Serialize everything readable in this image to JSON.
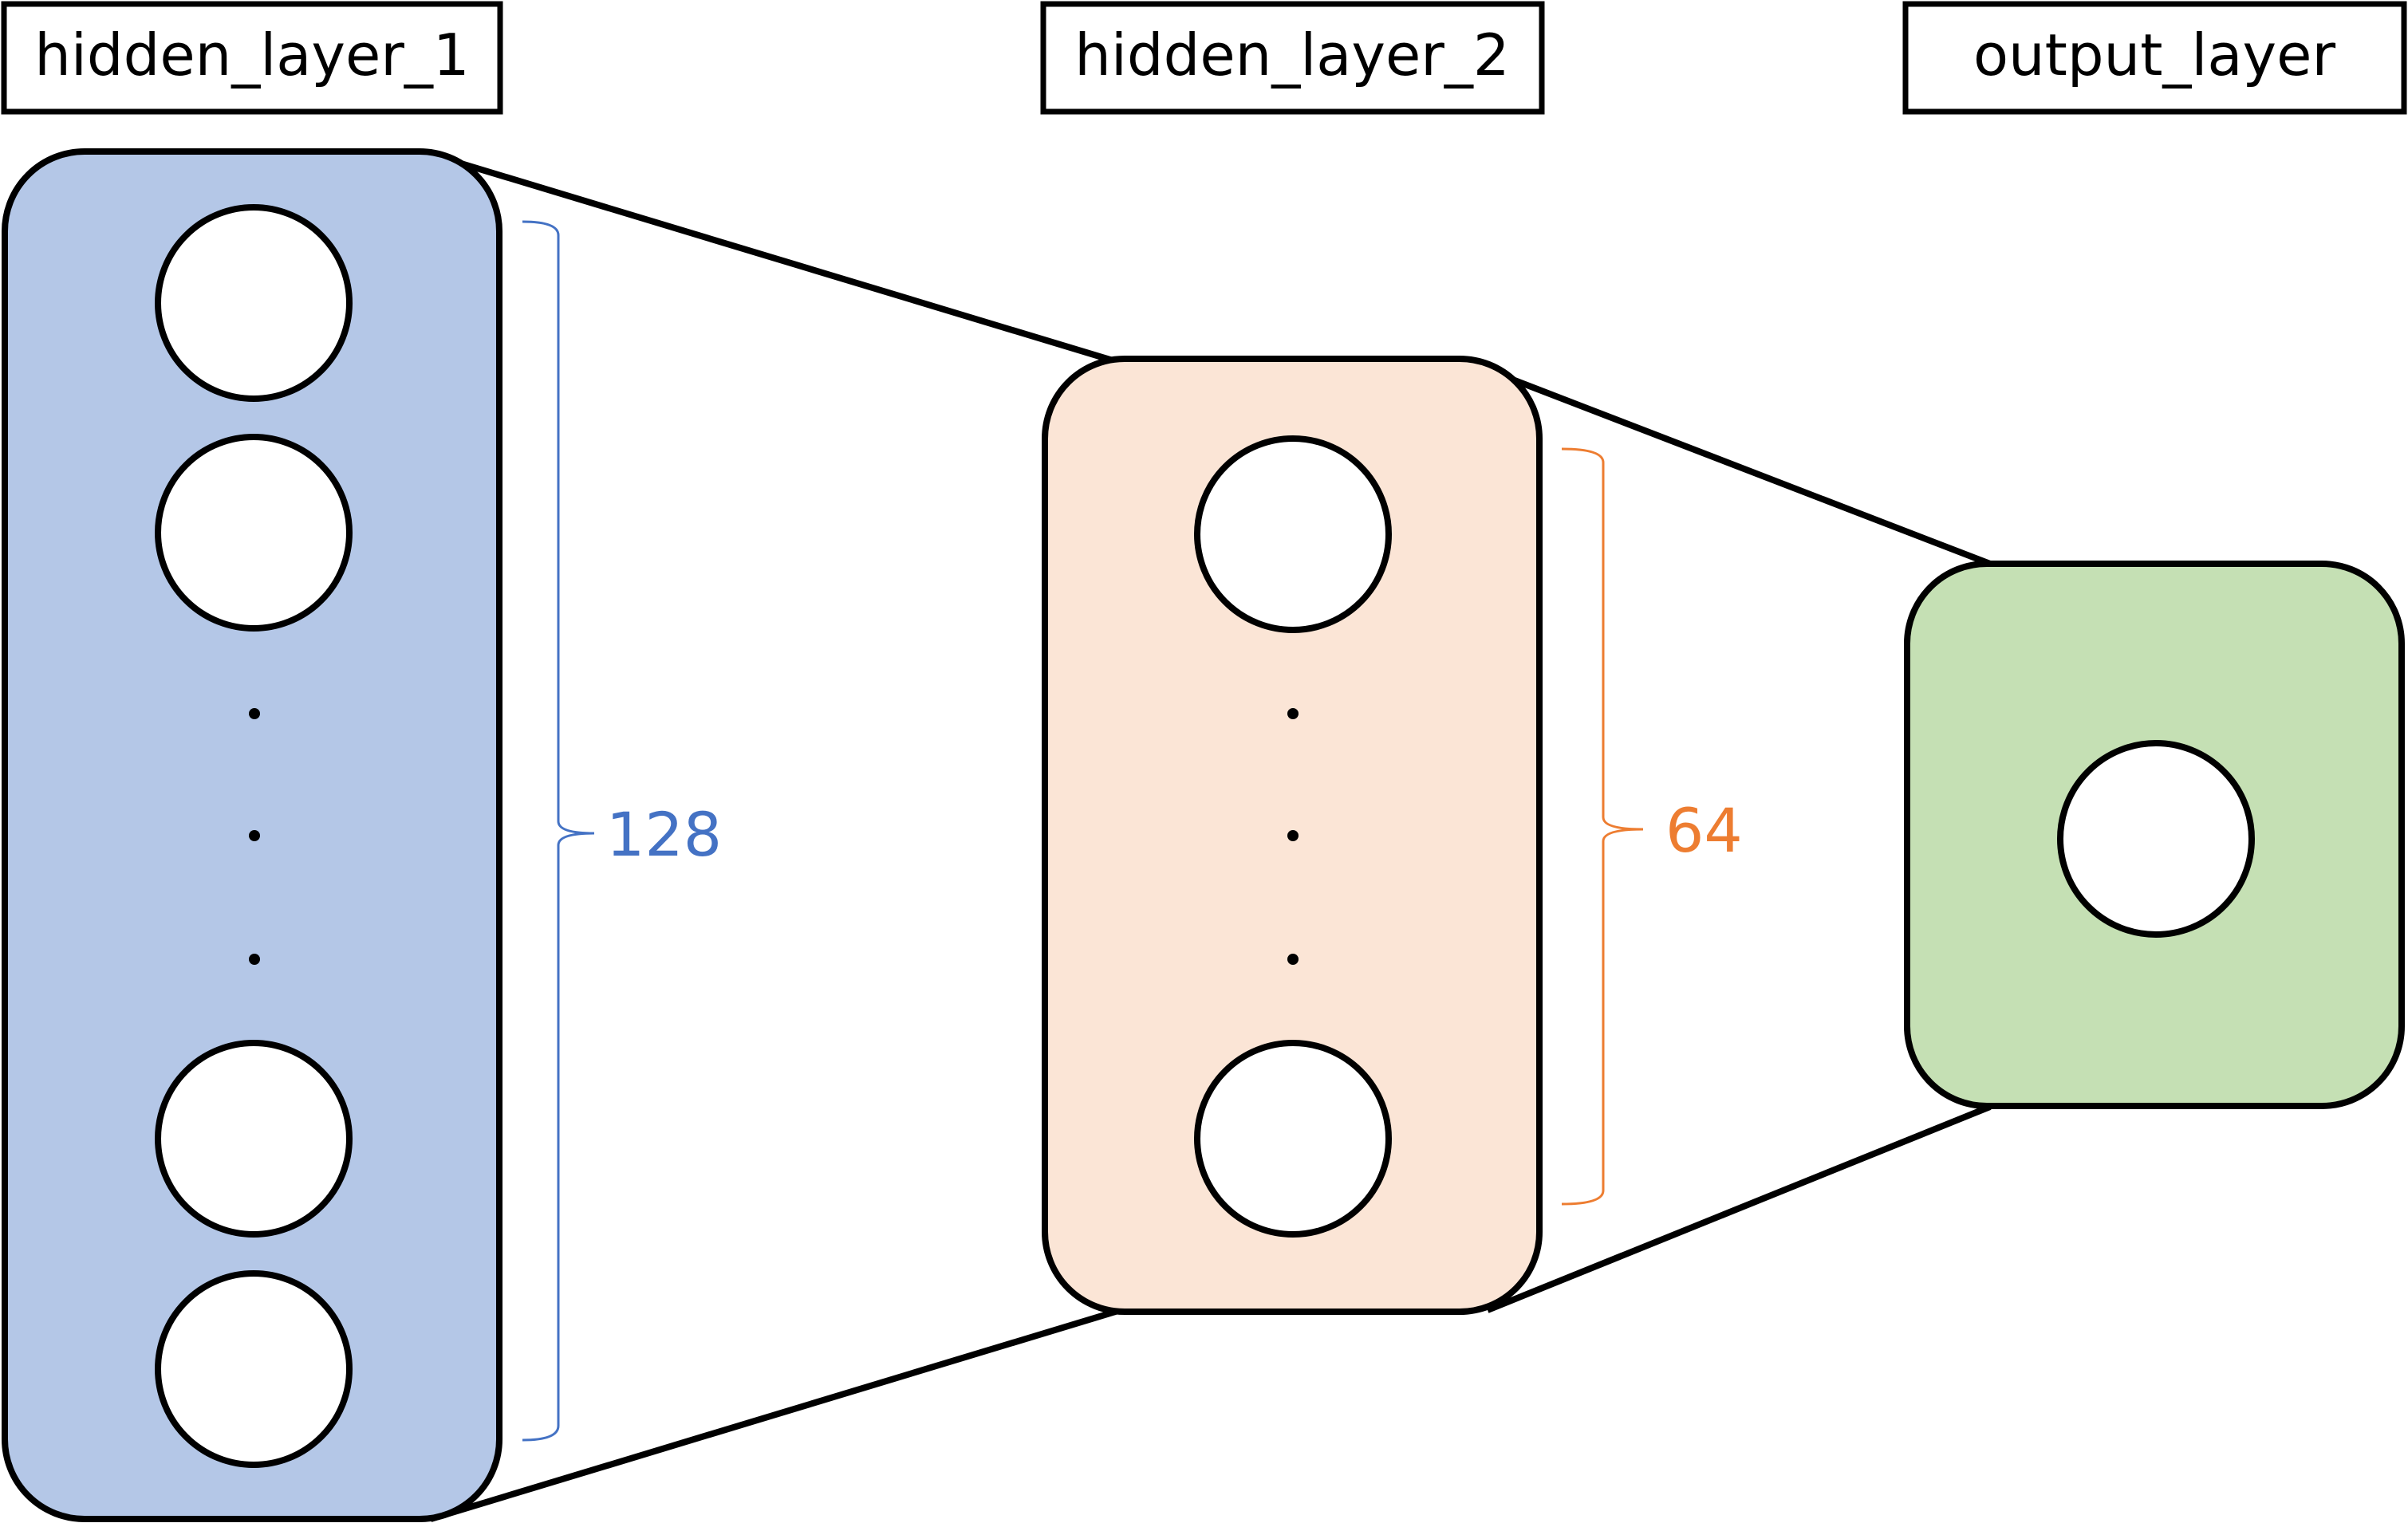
{
  "layers": [
    {
      "title": "hidden_layer_1",
      "fill": "#b4c7e7",
      "visible_neurons": 4,
      "ellipsis": "...",
      "count_label": "128",
      "count_color": "#4472c4"
    },
    {
      "title": "hidden_layer_2",
      "fill": "#fbe5d6",
      "visible_neurons": 2,
      "ellipsis": "...",
      "count_label": "64",
      "count_color": "#ed7d31"
    },
    {
      "title": "output_layer",
      "fill": "#c5e0b4",
      "visible_neurons": 1
    }
  ]
}
